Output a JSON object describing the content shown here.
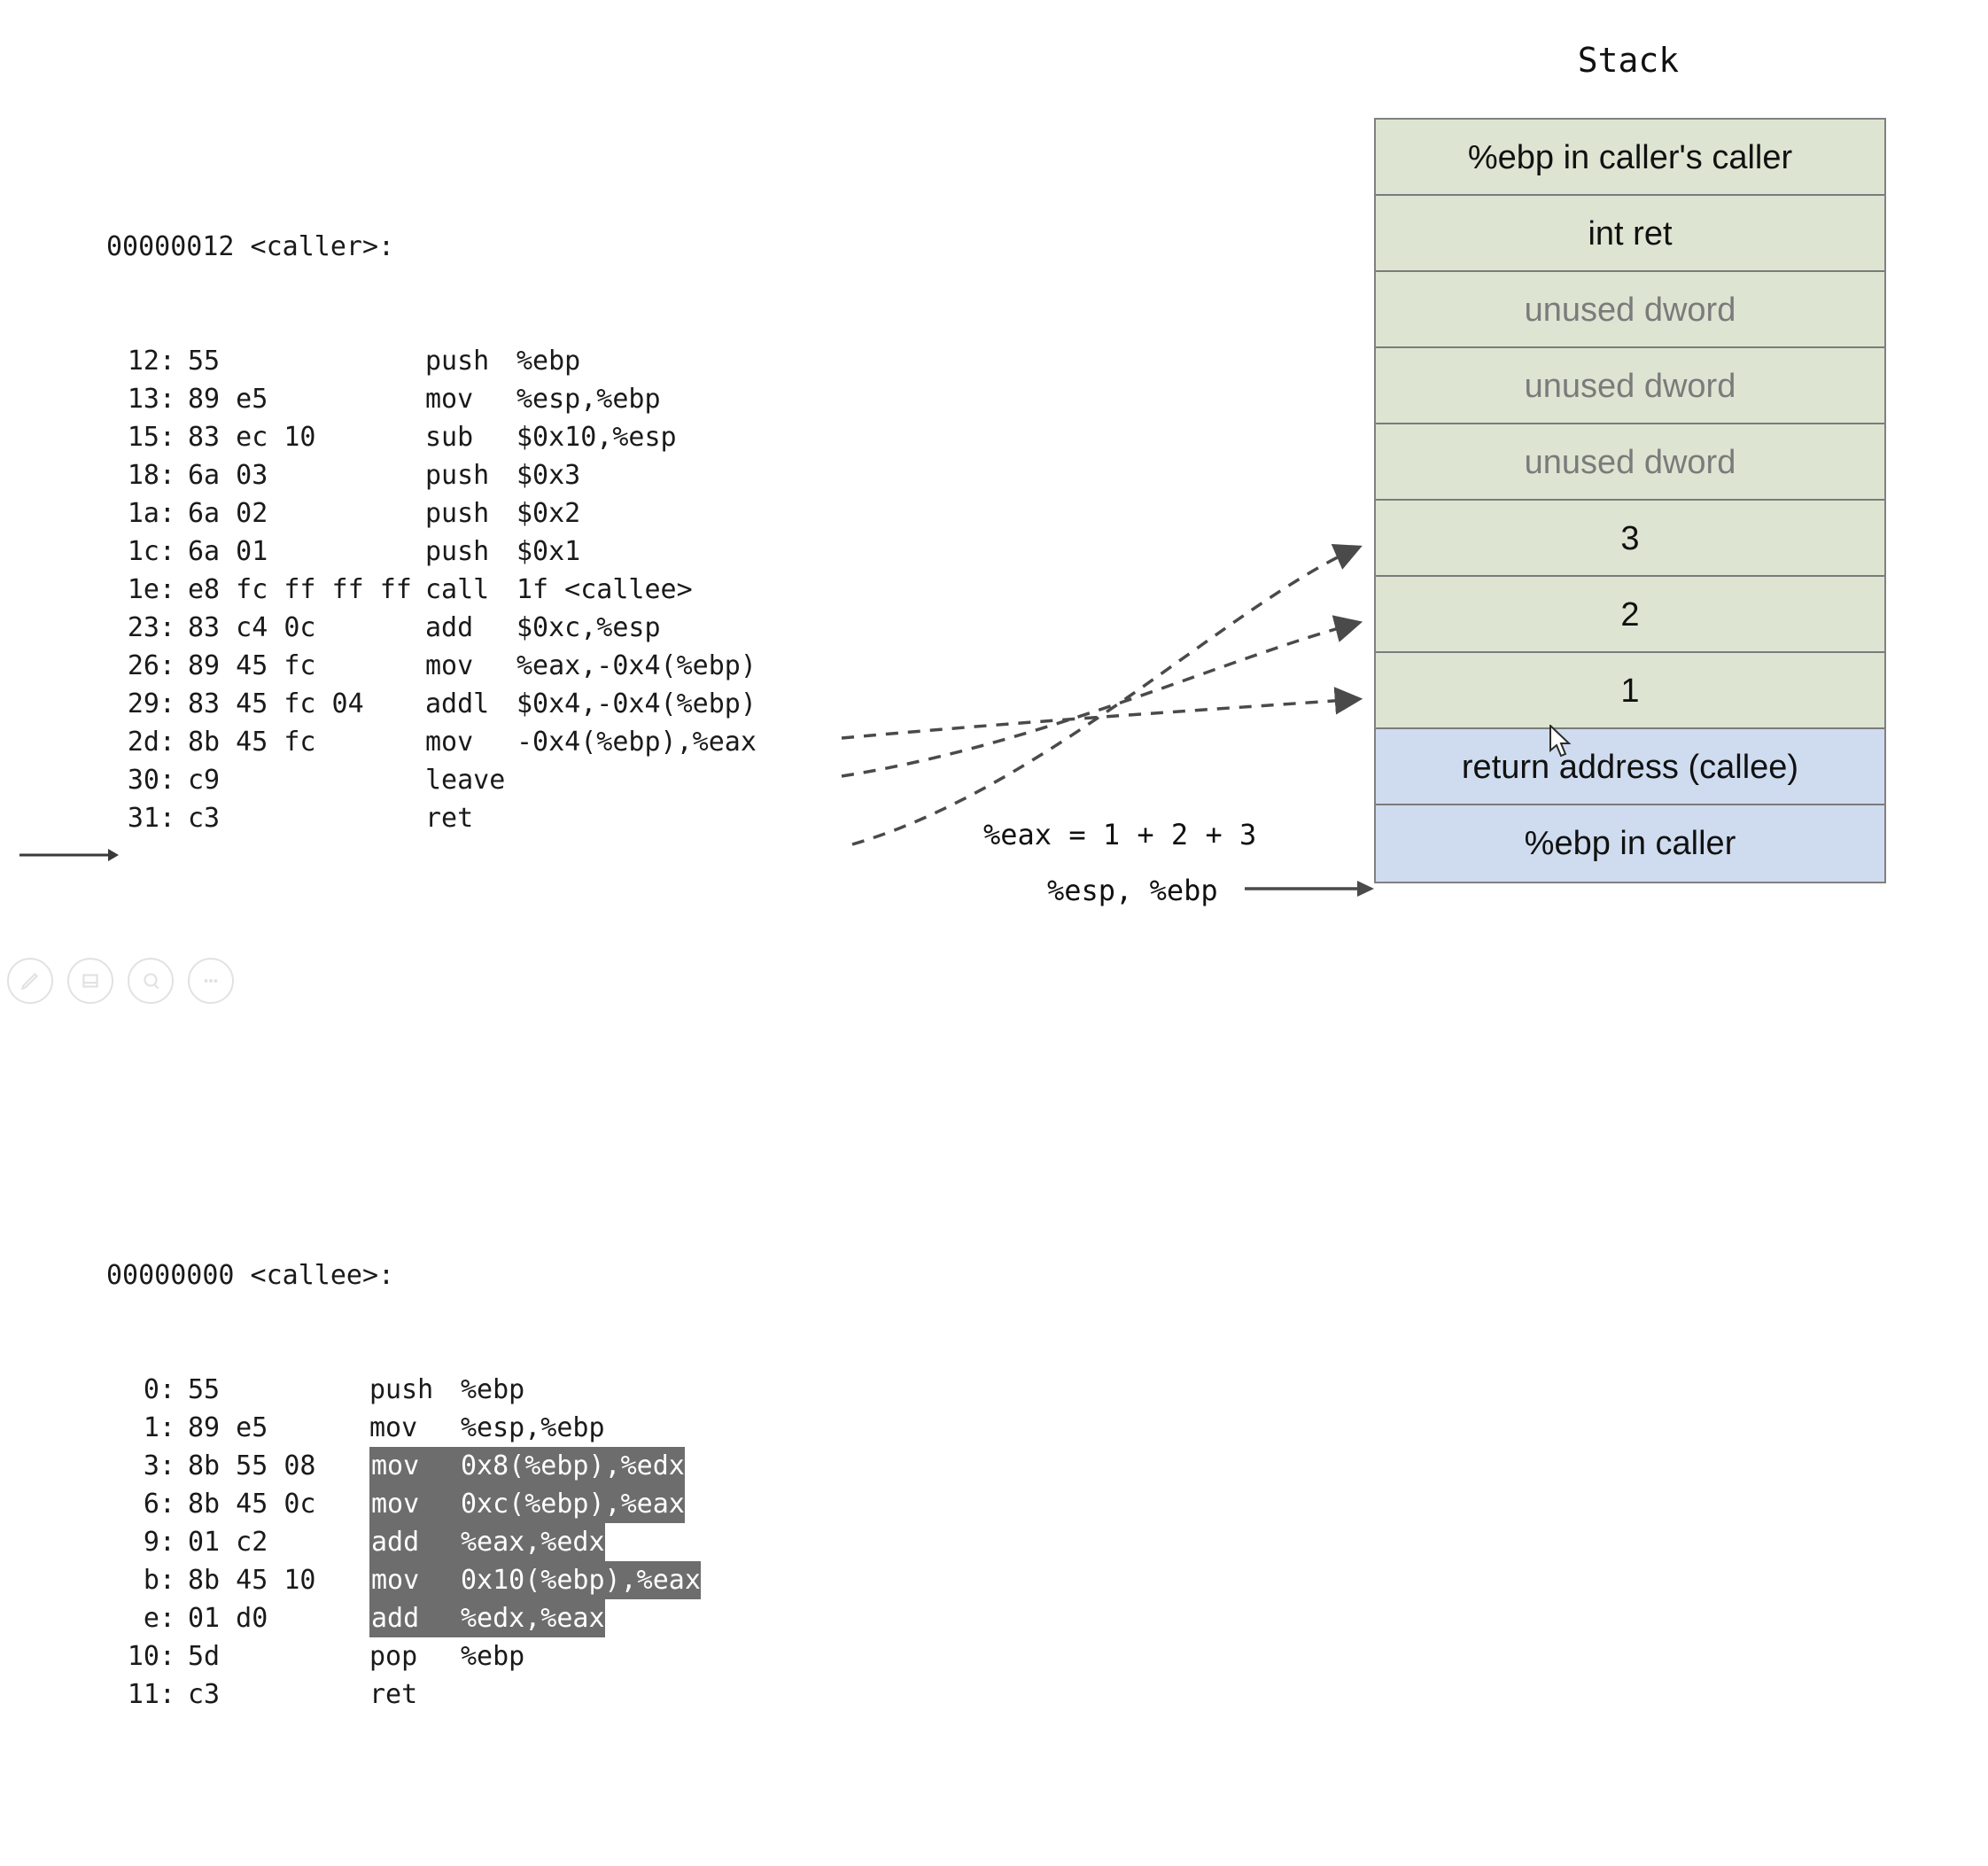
{
  "disassembly": {
    "caller": {
      "header": "00000012 <caller>:",
      "rows": [
        {
          "addr": "12:",
          "bytes": "55",
          "mn": "push",
          "ops": "%ebp"
        },
        {
          "addr": "13:",
          "bytes": "89 e5",
          "mn": "mov",
          "ops": "%esp,%ebp"
        },
        {
          "addr": "15:",
          "bytes": "83 ec 10",
          "mn": "sub",
          "ops": "$0x10,%esp"
        },
        {
          "addr": "18:",
          "bytes": "6a 03",
          "mn": "push",
          "ops": "$0x3"
        },
        {
          "addr": "1a:",
          "bytes": "6a 02",
          "mn": "push",
          "ops": "$0x2"
        },
        {
          "addr": "1c:",
          "bytes": "6a 01",
          "mn": "push",
          "ops": "$0x1"
        },
        {
          "addr": "1e:",
          "bytes": "e8 fc ff ff ff",
          "mn": "call",
          "ops": "1f <callee>"
        },
        {
          "addr": "23:",
          "bytes": "83 c4 0c",
          "mn": "add",
          "ops": "$0xc,%esp"
        },
        {
          "addr": "26:",
          "bytes": "89 45 fc",
          "mn": "mov",
          "ops": "%eax,-0x4(%ebp)"
        },
        {
          "addr": "29:",
          "bytes": "83 45 fc 04",
          "mn": "addl",
          "ops": "$0x4,-0x4(%ebp)"
        },
        {
          "addr": "2d:",
          "bytes": "8b 45 fc",
          "mn": "mov",
          "ops": "-0x4(%ebp),%eax"
        },
        {
          "addr": "30:",
          "bytes": "c9",
          "mn": "leave",
          "ops": ""
        },
        {
          "addr": "31:",
          "bytes": "c3",
          "mn": "ret",
          "ops": ""
        }
      ]
    },
    "callee": {
      "header": "00000000 <callee>:",
      "rows": [
        {
          "addr": "0:",
          "bytes": "55",
          "mn": "push",
          "ops": "%ebp",
          "highlighted": false
        },
        {
          "addr": "1:",
          "bytes": "89 e5",
          "mn": "mov",
          "ops": "%esp,%ebp",
          "highlighted": false
        },
        {
          "addr": "3:",
          "bytes": "8b 55 08",
          "mn": "mov",
          "ops": "0x8(%ebp),%edx",
          "highlighted": true
        },
        {
          "addr": "6:",
          "bytes": "8b 45 0c",
          "mn": "mov",
          "ops": "0xc(%ebp),%eax",
          "highlighted": true
        },
        {
          "addr": "9:",
          "bytes": "01 c2",
          "mn": "add",
          "ops": "%eax,%edx",
          "highlighted": true
        },
        {
          "addr": "b:",
          "bytes": "8b 45 10",
          "mn": "mov",
          "ops": "0x10(%ebp),%eax",
          "highlighted": true
        },
        {
          "addr": "e:",
          "bytes": "01 d0",
          "mn": "add",
          "ops": "%edx,%eax",
          "highlighted": true
        },
        {
          "addr": "10:",
          "bytes": "5d",
          "mn": "pop",
          "ops": "%ebp",
          "highlighted": false
        },
        {
          "addr": "11:",
          "bytes": "c3",
          "mn": "ret",
          "ops": "",
          "highlighted": false
        }
      ]
    }
  },
  "stack": {
    "title": "Stack",
    "cells": [
      {
        "label": "%ebp in caller's caller",
        "color": "green",
        "dim": false
      },
      {
        "label": "int ret",
        "color": "green",
        "dim": false
      },
      {
        "label": "unused dword",
        "color": "green",
        "dim": true
      },
      {
        "label": "unused dword",
        "color": "green",
        "dim": true
      },
      {
        "label": "unused dword",
        "color": "green",
        "dim": true
      },
      {
        "label": "3",
        "color": "green",
        "dim": false
      },
      {
        "label": "2",
        "color": "green",
        "dim": false
      },
      {
        "label": "1",
        "color": "green",
        "dim": false
      },
      {
        "label": "return address (callee)",
        "color": "blue",
        "dim": false
      },
      {
        "label": "%ebp in caller",
        "color": "blue",
        "dim": false
      }
    ]
  },
  "annotations": {
    "eax_expression": "%eax = 1 + 2 + 3",
    "esp_ebp_label": "%esp, %ebp"
  },
  "colors": {
    "stack_green": "#dde5d2",
    "stack_blue": "#cfdcef",
    "stack_border": "#7b7b7b",
    "highlight_band": "#6d6d6d",
    "text": "#1a1a1a",
    "dim_text": "#7b7b7b"
  },
  "toolbar": {
    "buttons": [
      {
        "icon": "pen-icon"
      },
      {
        "icon": "eraser-icon"
      },
      {
        "icon": "highlighter-icon"
      },
      {
        "icon": "more-options-icon"
      }
    ]
  }
}
